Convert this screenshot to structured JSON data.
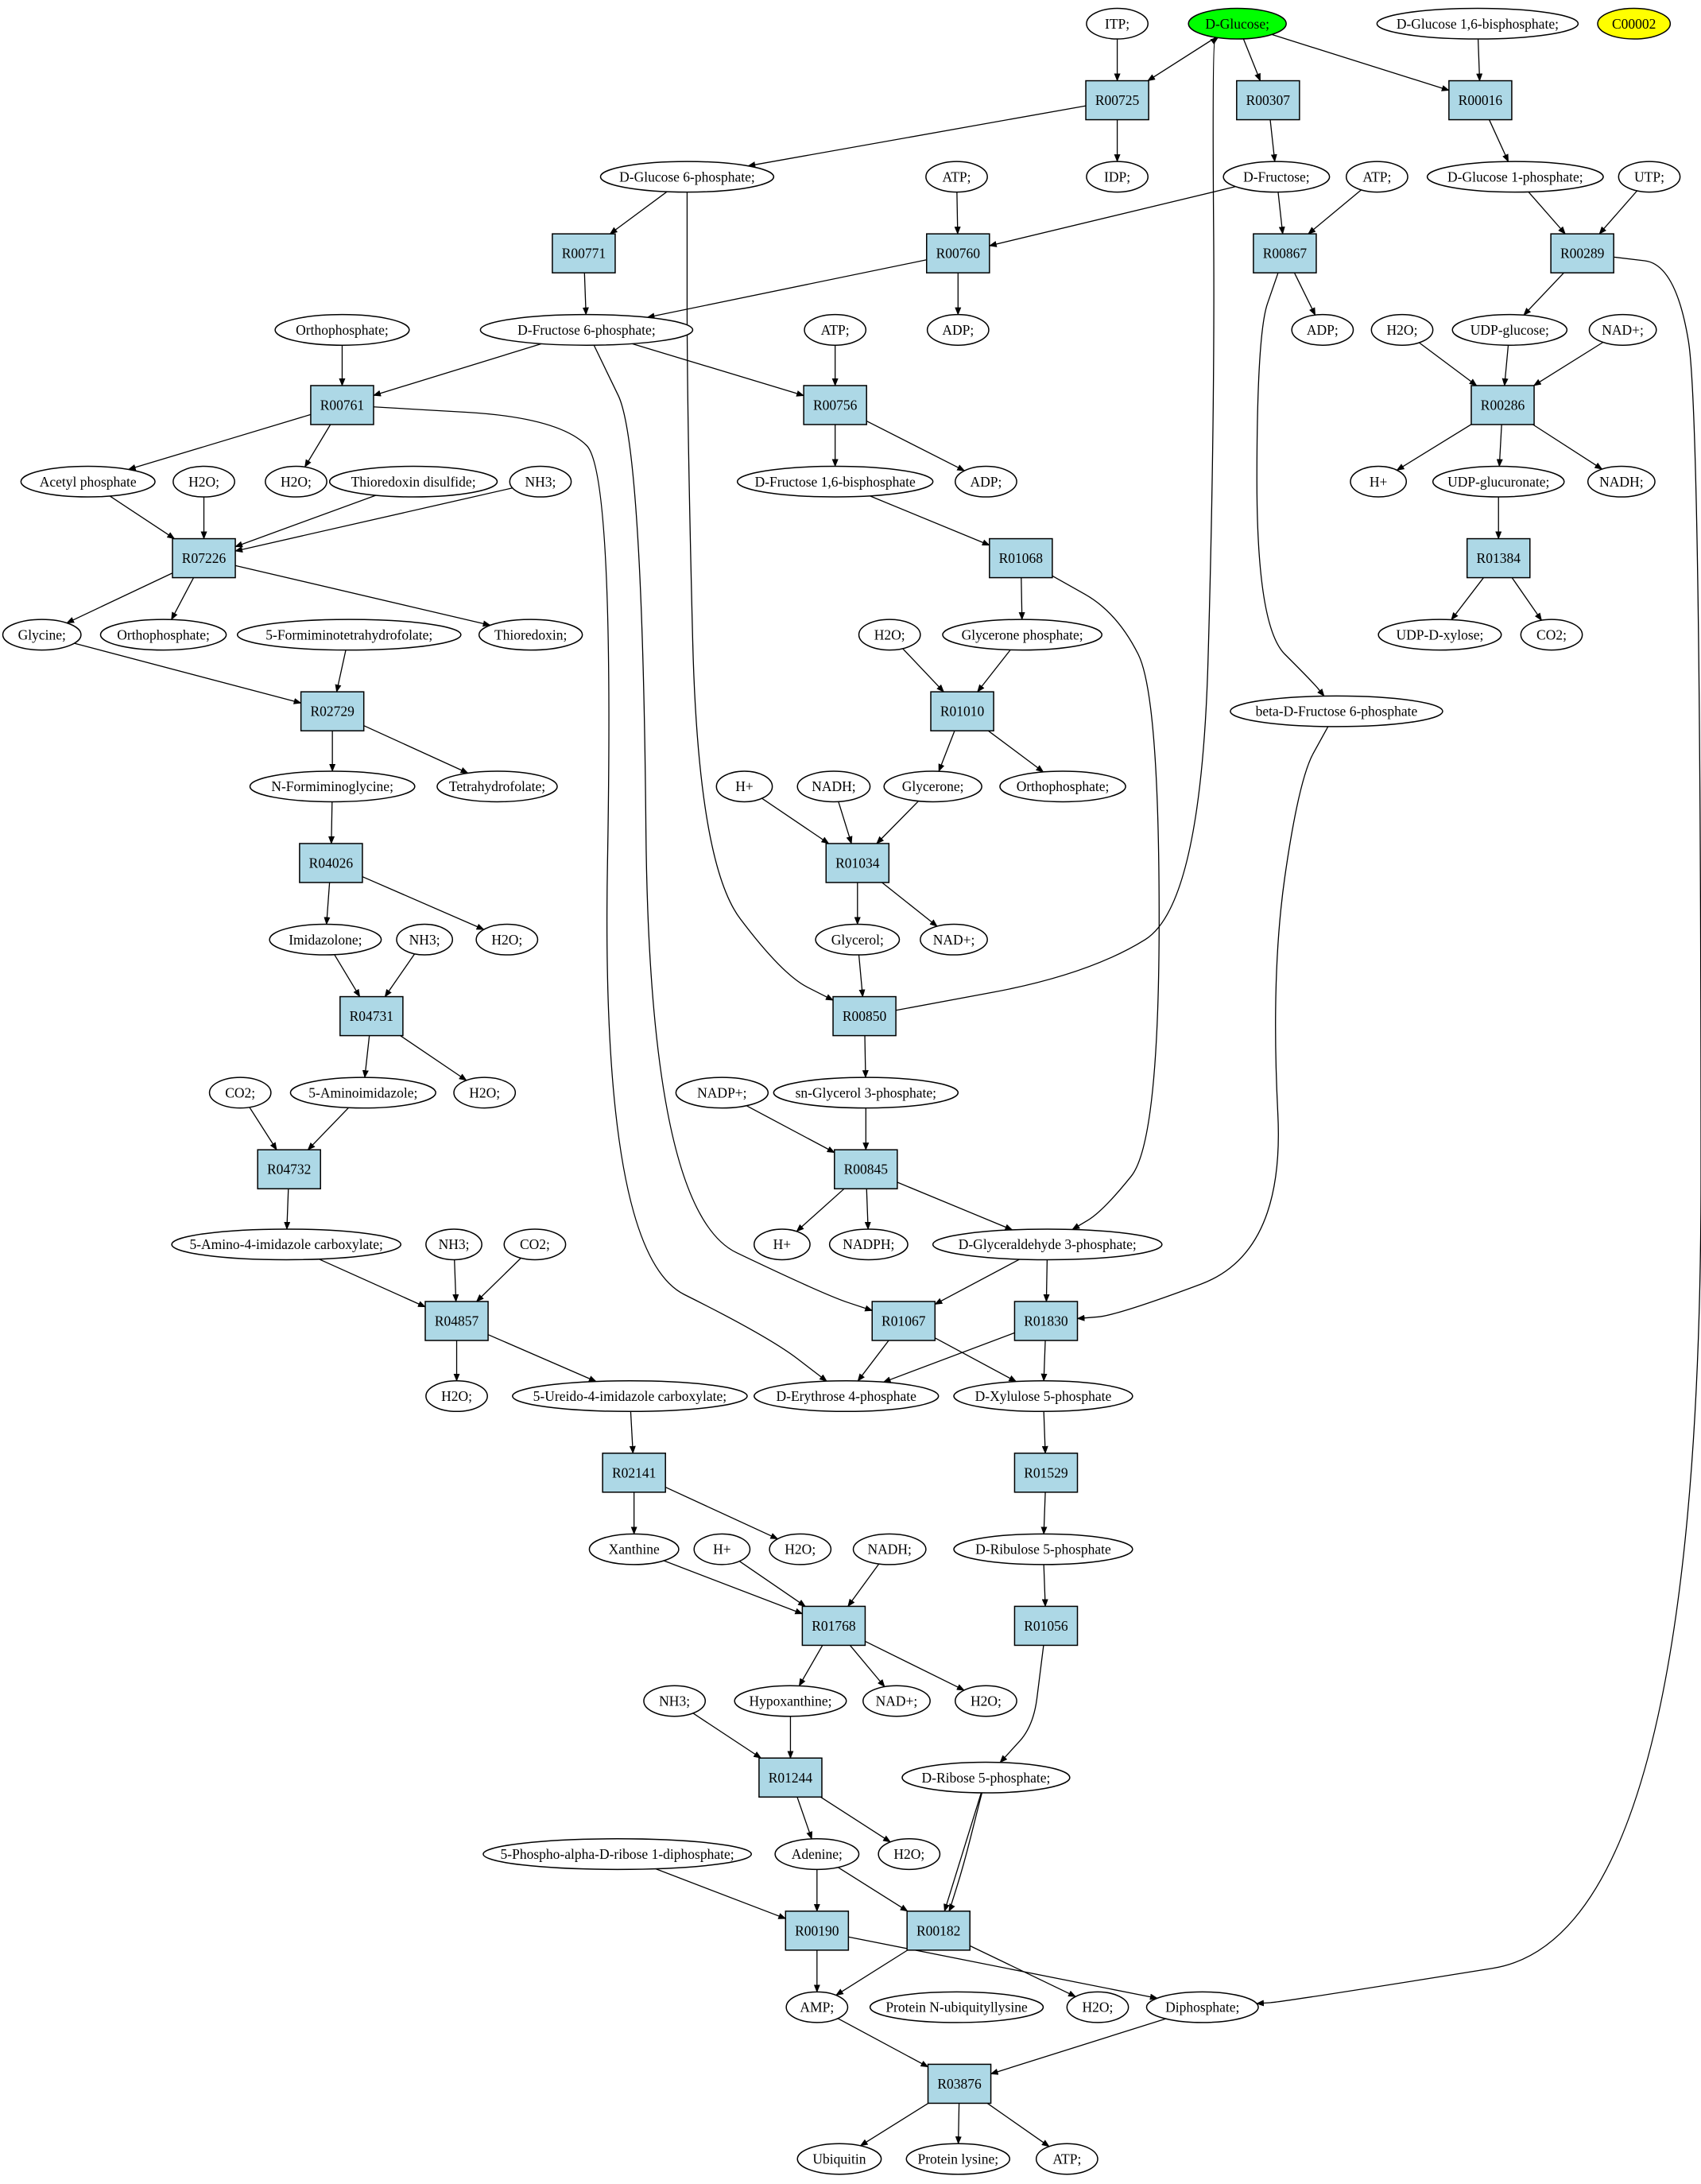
{
  "compounds": {
    "itp": "ITP;",
    "glucose": "D-Glucose;",
    "glc16bp": "D-Glucose 1,6-bisphosphate;",
    "c00002": "C00002",
    "g6p": "D-Glucose 6-phosphate;",
    "idp": "IDP;",
    "atp_a": "ATP;",
    "fructose": "D-Fructose;",
    "atp_b": "ATP;",
    "g1p": "D-Glucose 1-phosphate;",
    "utp": "UTP;",
    "f6p": "D-Fructose 6-phosphate;",
    "adp_a": "ADP;",
    "adp_b": "ADP;",
    "pi_a": "Orthophosphate;",
    "atp_c": "ATP;",
    "h2o_a": "H2O;",
    "udpglc": "UDP-glucose;",
    "nadp_a": "NAD+;",
    "acetylp": "Acetyl phosphate",
    "h2o_b": "H2O;",
    "h2o_c": "H2O;",
    "trxss": "Thioredoxin disulfide;",
    "nh3_a": "NH3;",
    "fbp": "D-Fructose 1,6-bisphosphate",
    "adp_c": "ADP;",
    "hplus_a": "H+",
    "udpgluc": "UDP-glucuronate;",
    "nadh_a": "NADH;",
    "glycine": "Glycine;",
    "pi_b": "Orthophosphate;",
    "fthf": "5-Formiminotetrahydrofolate;",
    "trx": "Thioredoxin;",
    "h2o_d": "H2O;",
    "dhap": "Glycerone phosphate;",
    "udpxyl": "UDP-D-xylose;",
    "co2_a": "CO2;",
    "bf6p": "beta-D-Fructose 6-phosphate",
    "formgly": "N-Formiminoglycine;",
    "thf": "Tetrahydrofolate;",
    "hplus_b": "H+",
    "nadh_b": "NADH;",
    "glycerone": "Glycerone;",
    "pi_c": "Orthophosphate;",
    "imidazolone": "Imidazolone;",
    "nh3_b": "NH3;",
    "h2o_e": "H2O;",
    "glycerol": "Glycerol;",
    "nadp_b": "NAD+;",
    "aminoimid": "5-Aminoimidazole;",
    "h2o_f": "H2O;",
    "co2_b": "CO2;",
    "nadpplus": "NADP+;",
    "g3p": "sn-Glycerol 3-phosphate;",
    "aic": "5-Amino-4-imidazole carboxylate;",
    "nh3_c": "NH3;",
    "co2_c": "CO2;",
    "hplus_c": "H+",
    "nadph": "NADPH;",
    "gap": "D-Glyceraldehyde 3-phosphate;",
    "h2o_g": "H2O;",
    "uic": "5-Ureido-4-imidazole carboxylate;",
    "e4p": "D-Erythrose 4-phosphate",
    "x5p": "D-Xylulose 5-phosphate",
    "xanthine": "Xanthine",
    "hplus_d": "H+",
    "h2o_h": "H2O;",
    "nadh_c": "NADH;",
    "ru5p": "D-Ribulose 5-phosphate",
    "hypoxanthine": "Hypoxanthine;",
    "nadp_c": "NAD+;",
    "h2o_i": "H2O;",
    "nh3_d": "NH3;",
    "r5p": "D-Ribose 5-phosphate;",
    "h2o_j": "H2O;",
    "prpp": "5-Phospho-alpha-D-ribose 1-diphosphate;",
    "adenine": "Adenine;",
    "amp": "AMP;",
    "protub": "Protein N-ubiquityllysine",
    "h2o_k": "H2O;",
    "ppi": "Diphosphate;",
    "ubiquitin": "Ubiquitin",
    "protlys": "Protein lysine;",
    "atp_d": "ATP;"
  },
  "reactions": {
    "R00725": "R00725",
    "R00307": "R00307",
    "R00016": "R00016",
    "R00771": "R00771",
    "R00760": "R00760",
    "R00867": "R00867",
    "R00289": "R00289",
    "R00761": "R00761",
    "R00756": "R00756",
    "R00286": "R00286",
    "R07226": "R07226",
    "R01068": "R01068",
    "R01384": "R01384",
    "R02729": "R02729",
    "R01010": "R01010",
    "R04026": "R04026",
    "R01034": "R01034",
    "R04731": "R04731",
    "R00850": "R00850",
    "R04732": "R04732",
    "R00845": "R00845",
    "R04857": "R04857",
    "R01067": "R01067",
    "R01830": "R01830",
    "R02141": "R02141",
    "R01529": "R01529",
    "R01768": "R01768",
    "R01056": "R01056",
    "R01244": "R01244",
    "R00190": "R00190",
    "R00182": "R00182",
    "R03876": "R03876"
  },
  "colors": {
    "reaction_fill": "#add8e6",
    "compound_fill": "#ffffff",
    "start_compound_fill": "#00ff00",
    "highlight_compound_fill": "#ffff00",
    "stroke": "#000000"
  },
  "highlight": {
    "start_compound": "glucose",
    "target_compound": "c00002"
  }
}
